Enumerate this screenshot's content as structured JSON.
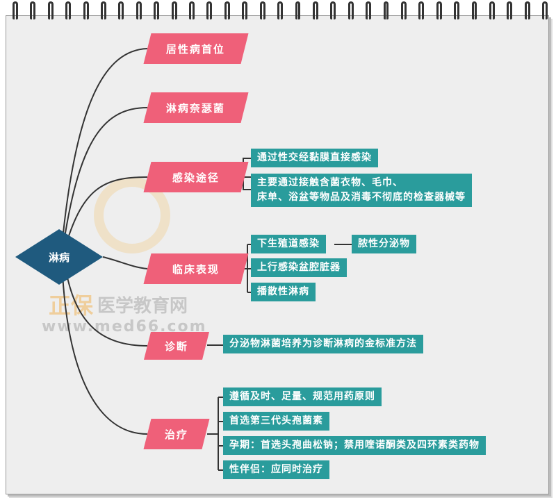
{
  "root": "淋病",
  "watermark": {
    "brand": "正保",
    "site": "医学教育网",
    "url": "www.med66.com"
  },
  "branches": [
    {
      "label": "居性病首位",
      "children": []
    },
    {
      "label": "淋病奈瑟菌",
      "children": []
    },
    {
      "label": "感染途径",
      "children": [
        "通过性交经黏膜直接感染",
        "主要通过接触含菌衣物、毛巾、\n床单、浴盆等物品及消毒不彻底的检查器械等"
      ]
    },
    {
      "label": "临床表现",
      "children": [
        "下生殖道感染",
        "上行感染盆腔脏器",
        "播散性淋病"
      ],
      "sub": "脓性分泌物"
    },
    {
      "label": "诊断",
      "children": [
        "分泌物淋菌培养为诊断淋病的金标准方法"
      ]
    },
    {
      "label": "治疗",
      "children": [
        "遵循及时、足量、规范用药原则",
        "首选第三代头孢菌素",
        "孕期：首选头孢曲松钠；禁用喹诺酮类及四环素类药物",
        "性伴侣：应同时治疗"
      ]
    }
  ],
  "colors": {
    "root": "#1f5a7e",
    "branch": "#ef6079",
    "leaf": "#2a9c9c"
  }
}
